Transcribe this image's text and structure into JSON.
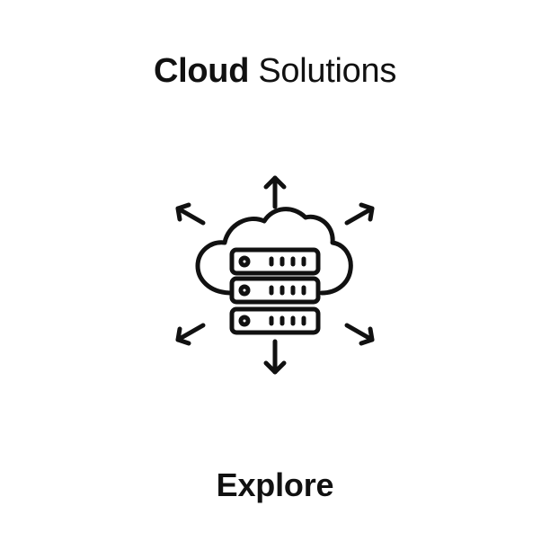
{
  "header": {
    "title_bold": "Cloud",
    "title_light": "Solutions"
  },
  "icon": {
    "name": "cloud-server-network-icon",
    "stroke_color": "#111111"
  },
  "footer": {
    "cta_label": "Explore"
  }
}
